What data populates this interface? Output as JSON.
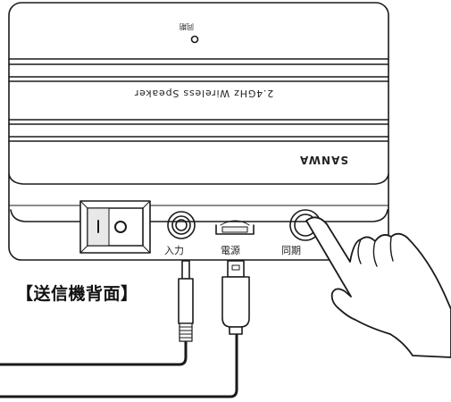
{
  "device": {
    "top_sync_label": "同期",
    "model_text": "2.4GHz Wireless Speaker",
    "brand_text": "SANWA"
  },
  "ports": {
    "input_label": "入力",
    "power_label": "電源",
    "sync_label": "同期"
  },
  "caption": "【送信機背面】",
  "icons": [
    "power-switch-icon",
    "audio-jack-icon",
    "usb-port-icon",
    "sync-button-icon",
    "hand-pointer-icon"
  ]
}
